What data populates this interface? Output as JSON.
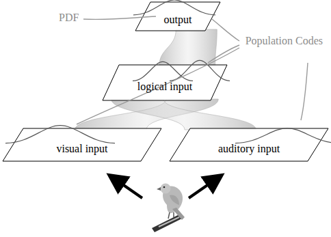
{
  "diagram": {
    "nodes": [
      {
        "text": [
          "output"
        ]
      },
      {
        "text": [
          "logical input"
        ]
      },
      {
        "text": [
          "visual input"
        ]
      },
      {
        "text": [
          "auditory input"
        ]
      }
    ],
    "edges": [
      {
        "from": 2,
        "to": 1,
        "arrow": "none"
      },
      {
        "from": 3,
        "to": 1,
        "arrow": "none"
      },
      {
        "from": 1,
        "to": 0,
        "arrow": "none"
      }
    ],
    "labels": [
      "PDF",
      "Population Codes"
    ]
  }
}
